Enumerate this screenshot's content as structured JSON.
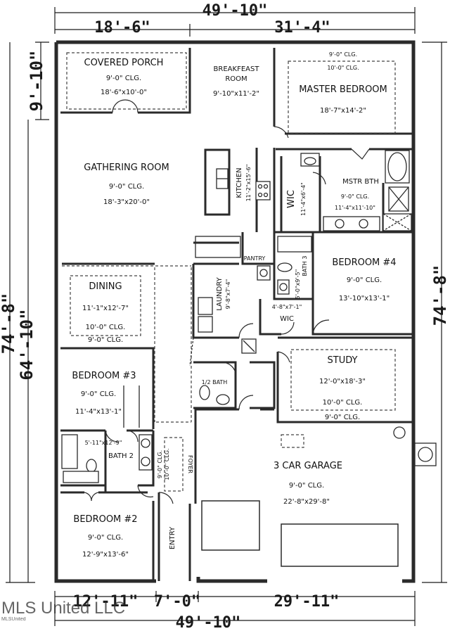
{
  "dimensions": {
    "top_total": "49'-10\"",
    "top_left": "18'-6\"",
    "top_right": "31'-4\"",
    "left_porch": "9'-10\"",
    "left_outer": "74'-8\"",
    "left_inner": "64'-10\"",
    "right_side": "74'-8\"",
    "bottom_left": "12'-11\"",
    "bottom_mid": "7'-0\"",
    "bottom_right": "29'-11\"",
    "bottom_total": "49'-10\""
  },
  "rooms": {
    "porch": {
      "name": "COVERED PORCH",
      "clg": "9'-0\" CLG.",
      "size": "18'-6\"x10'-0\""
    },
    "breakfast": {
      "name1": "BREAKFEAST",
      "name2": "ROOM",
      "size": "9'-10\"x11'-2\""
    },
    "master": {
      "clg1": "9'-0\" CLG.",
      "clg2": "10'-0\" CLG.",
      "name": "MASTER BEDROOM",
      "size": "18'-7\"x14'-2\""
    },
    "gathering": {
      "name": "GATHERING ROOM",
      "clg": "9'-0\" CLG.",
      "size": "18'-3\"x20'-0\""
    },
    "kitchen": {
      "name": "KITCHEN",
      "size": "11'-2\"x15'-6\""
    },
    "wic_master": {
      "name": "WIC",
      "size": "11'-4\"x6'-4\""
    },
    "master_bath": {
      "name": "MSTR BTH",
      "clg": "9'-0\" CLG.",
      "size": "11'-4\"x11'-10\""
    },
    "pantry": {
      "name": "PANTRY"
    },
    "laundry": {
      "name": "LAUNDRY",
      "size": "9'-8\"x7'-4\""
    },
    "bath3": {
      "name": "BATH 3",
      "size": "5'-0\"x9'-5\""
    },
    "bedroom4": {
      "name": "BEDROOM #4",
      "clg": "9'-0\" CLG.",
      "size": "13'-10\"x13'-1\""
    },
    "wic4": {
      "name": "WIC",
      "size": "4'-8\"x7'-1\""
    },
    "dining": {
      "name": "DINING",
      "size": "11'-1\"x12'-7\"",
      "clg1": "10'-0\" CLG.",
      "clg2": "9'-0\" CLG."
    },
    "study": {
      "name": "STUDY",
      "size": "12'-0\"x18'-3\"",
      "clg1": "10'-0\" CLG.",
      "clg2": "9'-0\" CLG."
    },
    "bedroom3": {
      "name": "BEDROOM #3",
      "clg": "9'-0\" CLG.",
      "size": "11'-4\"x13'-1\""
    },
    "half_bath": {
      "name": "1/2 BATH"
    },
    "bath2": {
      "name": "BATH 2",
      "size": "5'-11\"x12'-9\""
    },
    "foyer": {
      "name": "FOYER",
      "clg1": "9'-0\" CLG.",
      "clg2": "10'-0\" CLG."
    },
    "garage": {
      "name": "3 CAR GARAGE",
      "clg": "9'-0\" CLG.",
      "size": "22'-8\"x29'-8\""
    },
    "bedroom2": {
      "name": "BEDROOM #2",
      "clg": "9'-0\" CLG.",
      "size": "12'-9\"x13'-6\""
    },
    "entry": {
      "name": "ENTRY"
    }
  },
  "watermark": {
    "text": "MLS United LLC",
    "small": "MLSUnited"
  },
  "colors": {
    "line": "#1a1a1a",
    "wall": "#2a2a2a",
    "dash": "#444444"
  }
}
